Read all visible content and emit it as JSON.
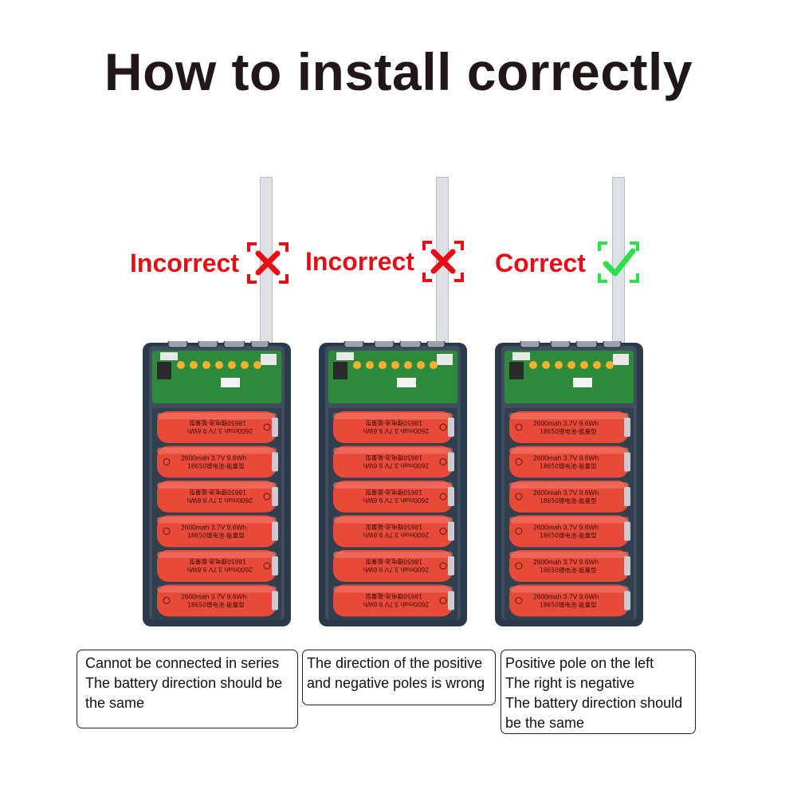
{
  "title": "How to install correctly",
  "colors": {
    "incorrect": "#e60f16",
    "correct": "#2ee04a",
    "battery": "#e84a3a",
    "case": "#2b3a4a",
    "pcb": "#2e8a3a"
  },
  "panels": [
    {
      "label": "Incorrect",
      "mark_icon": "cross-icon",
      "battery_text": [
        "2600mah  3.7V  9.6Wh",
        "18650锂电池-能量型"
      ],
      "battery_flipped": [
        true,
        false,
        true,
        false,
        true,
        false
      ],
      "caption": [
        "Cannot be connected in series",
        "The battery direction should be",
        "the same"
      ]
    },
    {
      "label": "Incorrect",
      "mark_icon": "cross-icon",
      "battery_text": [
        "2600mah  3.7V  9.6Wh",
        "18650锂电池-能量型"
      ],
      "battery_flipped": [
        true,
        true,
        true,
        true,
        true,
        true
      ],
      "caption": [
        "The direction of the positive",
        "and negative poles is wrong"
      ]
    },
    {
      "label": "Correct",
      "mark_icon": "check-icon",
      "battery_text": [
        "2600mah  3.7V  9.6Wh",
        "18650锂电池-能量型"
      ],
      "battery_flipped": [
        false,
        false,
        false,
        false,
        false,
        false
      ],
      "caption": [
        "Positive pole on the left",
        "The right is negative",
        "The battery direction should",
        " be the same"
      ]
    }
  ]
}
